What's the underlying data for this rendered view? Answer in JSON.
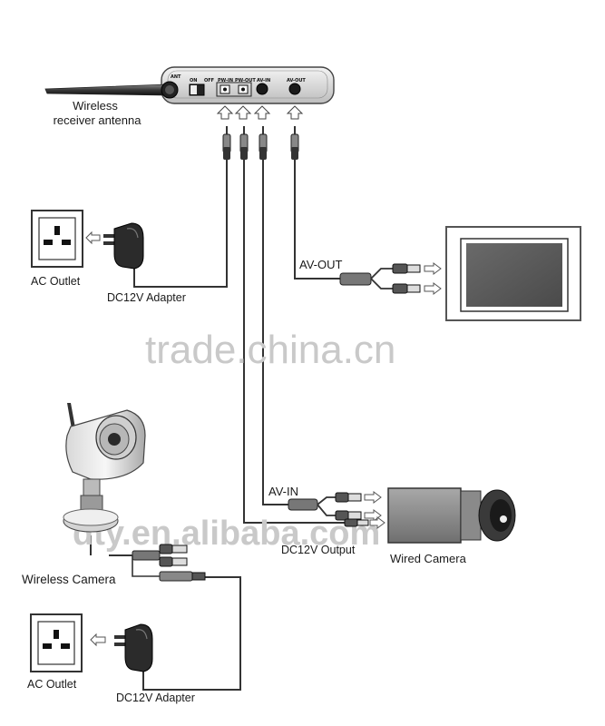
{
  "receiver": {
    "antenna_label_line1": "Wireless",
    "antenna_label_line2": "receiver antenna",
    "panel": {
      "ant": "ANT",
      "on": "ON",
      "off": "OFF",
      "pw_in": "PW-IN",
      "pw_out": "PW-OUT",
      "av_in": "AV-IN",
      "av_out": "AV-OUT"
    }
  },
  "top_outlet": {
    "outlet_label": "AC Outlet",
    "adapter_label": "DC12V Adapter"
  },
  "monitor_link": {
    "av_out_label": "AV-OUT"
  },
  "watermark": {
    "text": "trade.china.cn",
    "text2": "dty.en.alibaba.com"
  },
  "wired_camera": {
    "av_in_label": "AV-IN",
    "dc_output_label": "DC12V  Output",
    "camera_label": "Wired Camera"
  },
  "wireless_camera": {
    "camera_label": "Wireless Camera"
  },
  "bottom_outlet": {
    "outlet_label": "AC Outlet",
    "adapter_label": "DC12V Adapter"
  }
}
